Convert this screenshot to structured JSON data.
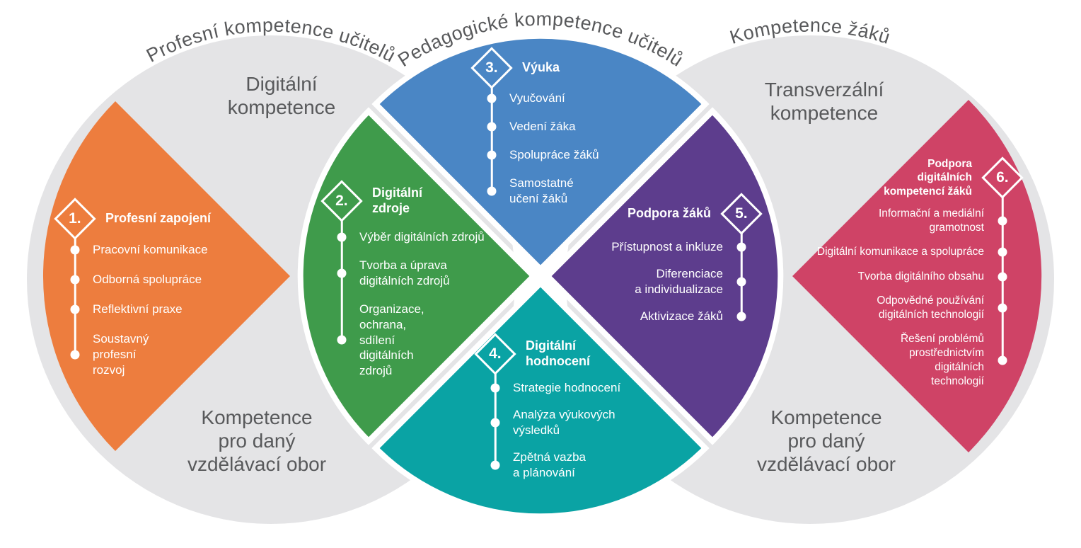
{
  "title_arcs": {
    "left": "Profesní kompetence učitelů",
    "middle": "Pedagogické kompetence učitelů",
    "right": "Kompetence žáků"
  },
  "circle_labels": {
    "left_top": "Digitální\nkompetence",
    "left_bottom": "Kompetence\npro daný\nvzdělávací obor",
    "right_top": "Transverzální\nkompetence",
    "right_bottom": "Kompetence\npro daný\nvzdělávací obor"
  },
  "petals": [
    {
      "number": "1.",
      "title": "Profesní zapojení",
      "color": "#ed7d3e",
      "items": [
        {
          "text": "Pracovní komunikace"
        },
        {
          "text": "Odborná spolupráce"
        },
        {
          "text": "Reflektivní praxe"
        },
        {
          "text": "Soustavný\nprofesní\nrozvoj"
        }
      ]
    },
    {
      "number": "2.",
      "title": "Digitální\nzdroje",
      "color": "#3f9b4b",
      "items": [
        {
          "text": "Výběr digitálních zdrojů"
        },
        {
          "text": "Tvorba a úprava\ndigitálních zdrojů"
        },
        {
          "text": "Organizace,\nochrana,\nsdílení\ndigitálních\nzdrojů"
        }
      ]
    },
    {
      "number": "3.",
      "title": "Výuka",
      "color": "#4a86c5",
      "items": [
        {
          "text": "Vyučování"
        },
        {
          "text": "Vedení žáka"
        },
        {
          "text": "Spolupráce žáků"
        },
        {
          "text": "Samostatné\nučení žáků"
        }
      ]
    },
    {
      "number": "4.",
      "title": "Digitální\nhodnocení",
      "color": "#0aa3a4",
      "items": [
        {
          "text": "Strategie hodnocení"
        },
        {
          "text": "Analýza výukových\nvýsledků"
        },
        {
          "text": "Zpětná vazba\na plánování"
        }
      ]
    },
    {
      "number": "5.",
      "title": "Podpora žáků",
      "color": "#5d3d8d",
      "items": [
        {
          "text": "Přístupnost a inkluze"
        },
        {
          "text": "Diferenciace\na individualizace"
        },
        {
          "text": "Aktivizace žáků"
        }
      ]
    },
    {
      "number": "6.",
      "title": "Podpora\ndigitálních\nkompetencí žáků",
      "color": "#cf4366",
      "items": [
        {
          "text": "Informační a mediální\ngramotnost"
        },
        {
          "text": "Digitální komunikace a spolupráce"
        },
        {
          "text": "Tvorba digitálního obsahu"
        },
        {
          "text": "Odpovědné používání\ndigitálních technologií"
        },
        {
          "text": "Řešení problémů\nprostřednictvím\ndigitálních\ntechnologií"
        }
      ]
    }
  ],
  "colors": {
    "circle_gray": "#e4e4e6",
    "label_text": "#58595b",
    "background": "#ffffff",
    "connector": "#ffffff"
  }
}
